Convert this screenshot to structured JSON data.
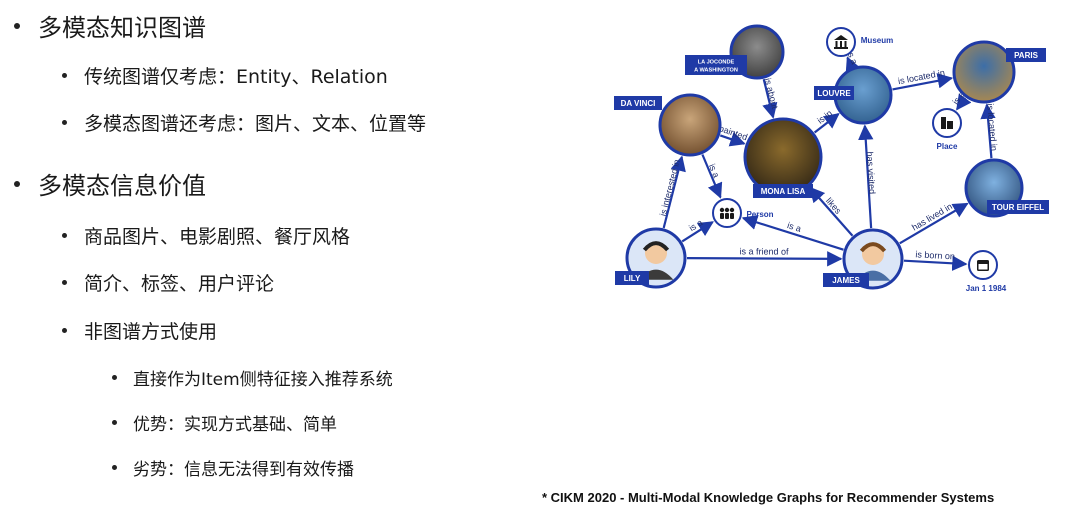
{
  "bullets": [
    {
      "level": 1,
      "text": "多模态知识图谱"
    },
    {
      "level": 2,
      "text": "传统图谱仅考虑：Entity、Relation"
    },
    {
      "level": 2,
      "text": "多模态图谱还考虑：图片、文本、位置等"
    },
    {
      "level": 1,
      "text": "多模态信息价值"
    },
    {
      "level": 2,
      "text": "商品图片、电影剧照、餐厅风格"
    },
    {
      "level": 2,
      "text": "简介、标签、用户评论"
    },
    {
      "level": 2,
      "text": "非图谱方式使用"
    },
    {
      "level": 3,
      "text": "直接作为Item侧特征接入推荐系统"
    },
    {
      "level": 3,
      "text": "优势：实现方式基础、简单"
    },
    {
      "level": 3,
      "text": "劣势：信息无法得到有效传播"
    }
  ],
  "footnote": "* CIKM 2020 - Multi-Modal Knowledge Graphs for Recommender Systems",
  "graph": {
    "accent_color": "#1f3aa6",
    "nodes": {
      "jocondeLabel": "LA JOCONDE\nA WASHINGTON",
      "museum": "Museum",
      "louvre": "LOUVRE",
      "paris": "PARIS",
      "davinci": "DA VINCI",
      "monalisa": "MONA LISA",
      "place": "Place",
      "eiffel": "TOUR EIFFEL",
      "person": "Person",
      "lily": "LILY",
      "james": "JAMES",
      "date": "Jan 1 1984"
    },
    "edges": {
      "isAbout": "is about",
      "isA_louvreMuseum": "is a",
      "isLocatedIn_louvre": "is located in",
      "isA_parisPlace": "is a",
      "isLocatedIn_eiffel": "is located in",
      "painted": "painted",
      "isIn": "is in",
      "isA_davinciPerson": "is a",
      "isInterestedIn": "is interested in",
      "hasVisited": "has visited",
      "likes": "likes",
      "hasLivedIn": "has lived in",
      "isA_lilyPerson": "is a",
      "isA_jamesPerson": "is a",
      "isFriendOf": "is a friend of",
      "isBornOn": "is born on"
    }
  }
}
